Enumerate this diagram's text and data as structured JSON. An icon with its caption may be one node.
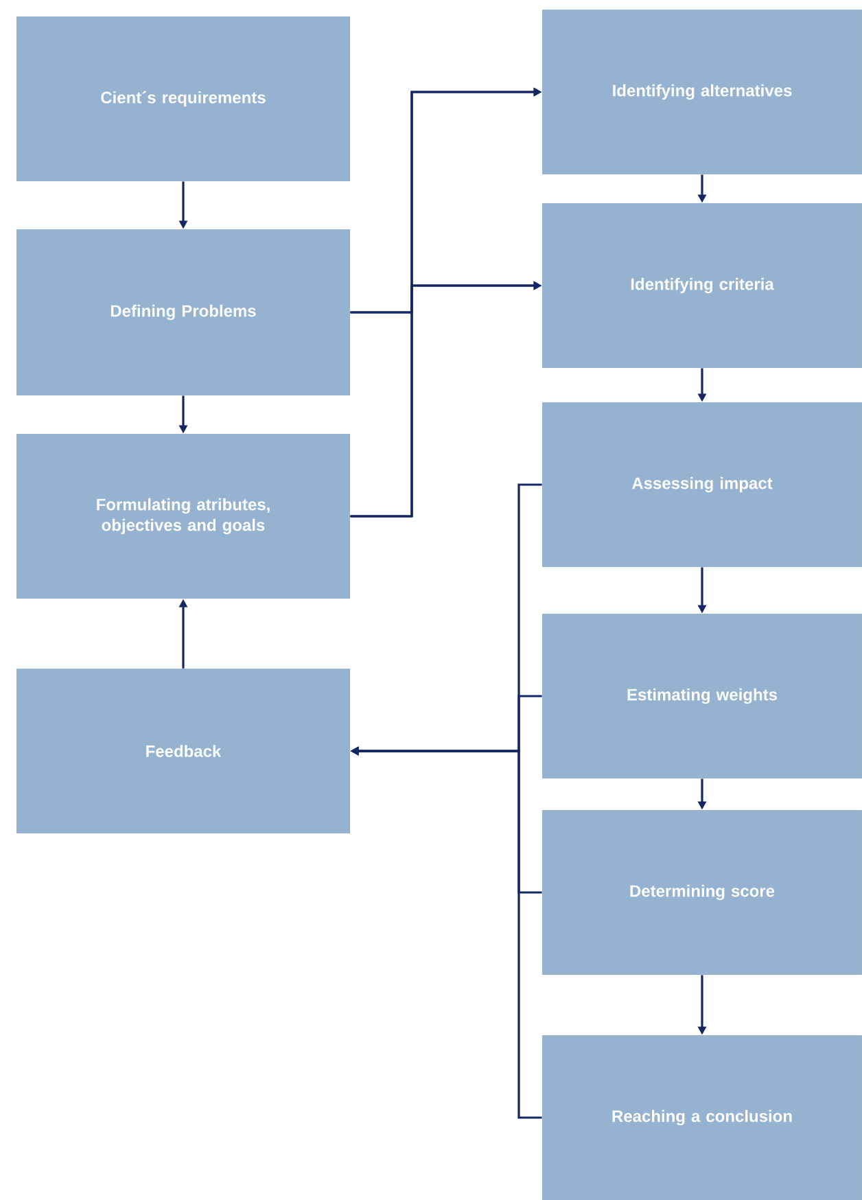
{
  "diagram": {
    "nodes": [
      {
        "text": [
          "Cient´s requirements"
        ]
      },
      {
        "text": [
          "Defining Problems"
        ]
      },
      {
        "text": [
          "Formulating atributes, objectives and goals"
        ]
      },
      {
        "text": [
          "Feedback"
        ]
      },
      {
        "text": [
          "Identifying alternatives"
        ]
      },
      {
        "text": [
          "Identifying criteria"
        ]
      },
      {
        "text": [
          "Assessing impact"
        ]
      },
      {
        "text": [
          "Estimating weights"
        ]
      },
      {
        "text": [
          "Determining score"
        ]
      },
      {
        "text": [
          "Reaching a conclusion"
        ]
      }
    ],
    "edges": [
      {
        "from": 0,
        "to": 1,
        "arrow": "to"
      },
      {
        "from": 1,
        "to": 2,
        "arrow": "to"
      },
      {
        "from": 3,
        "to": 2,
        "arrow": "to"
      },
      {
        "from": 1,
        "to": 4,
        "arrow": "to"
      },
      {
        "from": 2,
        "to": 4,
        "arrow": "to"
      },
      {
        "from": 1,
        "to": 5,
        "arrow": "to"
      },
      {
        "from": 2,
        "to": 5,
        "arrow": "to"
      },
      {
        "from": 4,
        "to": 5,
        "arrow": "to"
      },
      {
        "from": 5,
        "to": 6,
        "arrow": "to"
      },
      {
        "from": 6,
        "to": 7,
        "arrow": "to"
      },
      {
        "from": 7,
        "to": 8,
        "arrow": "to"
      },
      {
        "from": 8,
        "to": 9,
        "arrow": "to"
      },
      {
        "from": 6,
        "to": 3,
        "arrow": "to"
      },
      {
        "from": 7,
        "to": 3,
        "arrow": "to"
      },
      {
        "from": 8,
        "to": 3,
        "arrow": "to"
      },
      {
        "from": 9,
        "to": 3,
        "arrow": "to"
      }
    ]
  }
}
